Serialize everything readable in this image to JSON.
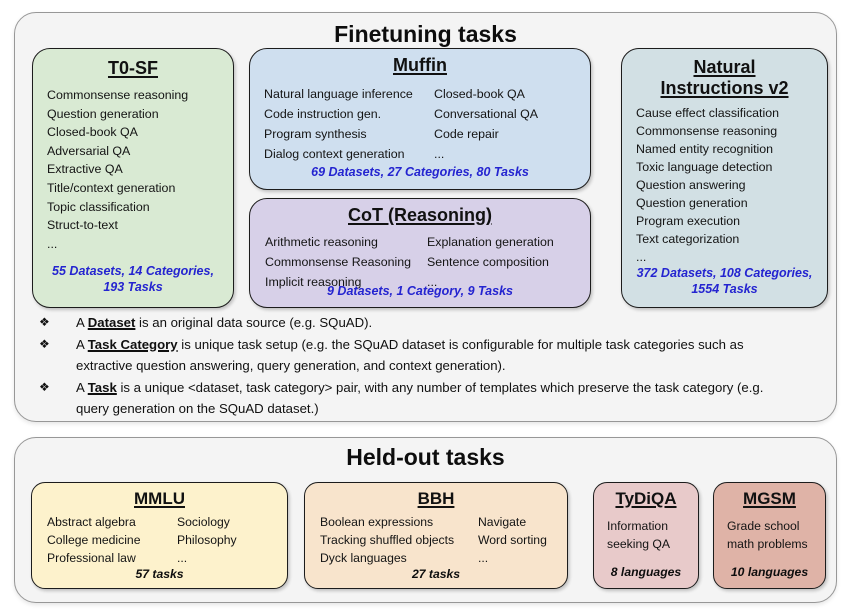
{
  "colors": {
    "stats_blue": "#2424d0",
    "panel_bg": "#f4f4f4",
    "t0sf_bg": "#d9ead3",
    "muffin_bg": "#cfdfef",
    "cot_bg": "#d7d0e8",
    "niv2_bg": "#d2e0e4",
    "mmlu_bg": "#fdf2cc",
    "bbh_bg": "#f8e4cc",
    "tydiqa_bg": "#e8caca",
    "mgsm_bg": "#dfb3a7"
  },
  "finetuning": {
    "title": "Finetuning tasks",
    "bullet_glyph": "❖",
    "boxes": {
      "t0sf": {
        "title": "T0-SF",
        "items": [
          "Commonsense reasoning",
          "Question generation",
          "Closed-book QA",
          "Adversarial QA",
          "Extractive QA",
          "Title/context generation",
          "Topic classification",
          "Struct-to-text",
          "..."
        ],
        "stats": "55 Datasets, 14 Categories, 193 Tasks"
      },
      "muffin": {
        "title": "Muffin",
        "col1": [
          "Natural language inference",
          "Code instruction gen.",
          "Program synthesis",
          "Dialog context generation"
        ],
        "col2": [
          "Closed-book QA",
          "Conversational QA",
          "Code repair",
          "..."
        ],
        "stats": "69 Datasets, 27 Categories, 80 Tasks"
      },
      "cot": {
        "title": "CoT (Reasoning)",
        "col1": [
          "Arithmetic reasoning",
          "Commonsense Reasoning",
          "Implicit reasoning"
        ],
        "col2": [
          "Explanation generation",
          "Sentence composition",
          "..."
        ],
        "stats": "9 Datasets, 1 Category, 9 Tasks"
      },
      "niv2": {
        "title": "Natural Instructions v2",
        "items": [
          "Cause effect classification",
          "Commonsense reasoning",
          "Named entity recognition",
          "Toxic language detection",
          "Question answering",
          "Question generation",
          "Program execution",
          "Text categorization",
          "..."
        ],
        "stats": "372 Datasets, 108 Categories, 1554 Tasks"
      }
    },
    "notes": [
      {
        "pre": "A ",
        "term": "Dataset",
        "rest": " is an original data source (e.g. SQuAD)."
      },
      {
        "pre": "A ",
        "term": "Task Category",
        "rest": " is unique task setup (e.g. the SQuAD dataset is configurable for multiple task categories such as",
        "rest2": "extractive question answering, query generation, and context generation)."
      },
      {
        "pre": "A ",
        "term": "Task",
        "rest": " is a unique <dataset, task category> pair, with any number of templates which preserve the task category (e.g.",
        "rest2": "query generation on the SQuAD dataset.)"
      }
    ]
  },
  "heldout": {
    "title": "Held-out tasks",
    "boxes": {
      "mmlu": {
        "title": "MMLU",
        "col1": [
          "Abstract algebra",
          "College medicine",
          "Professional law"
        ],
        "col2": [
          "Sociology",
          "Philosophy",
          "..."
        ],
        "stats": "57 tasks"
      },
      "bbh": {
        "title": "BBH",
        "col1": [
          "Boolean expressions",
          "Tracking shuffled objects",
          "Dyck languages"
        ],
        "col2": [
          "Navigate",
          "Word sorting",
          "..."
        ],
        "stats": "27 tasks"
      },
      "tydiqa": {
        "title": "TyDiQA",
        "items": [
          "Information seeking QA"
        ],
        "stats": "8 languages"
      },
      "mgsm": {
        "title": "MGSM",
        "items": [
          "Grade school math problems"
        ],
        "stats": "10 languages"
      }
    }
  }
}
